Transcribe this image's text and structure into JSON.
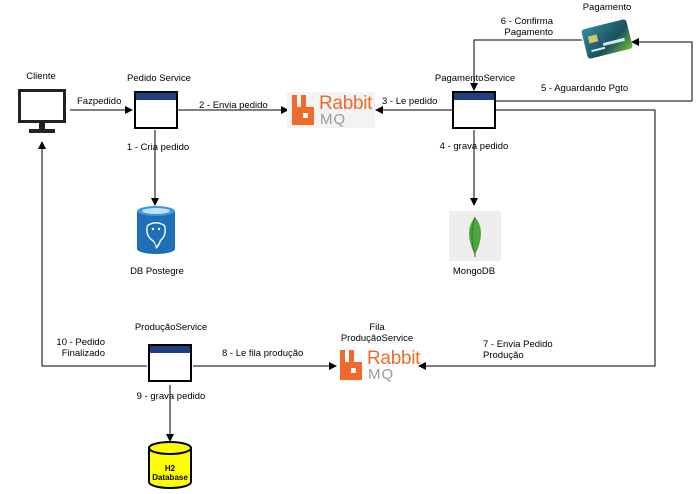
{
  "nodes": {
    "cliente": "Cliente",
    "pedido_service": "Pedido Service",
    "pagamento_service": "PagamentoService",
    "pagamento": "Pagamento",
    "producao_service": "ProduçãoService",
    "fila_producao": "Fila\nProduçãoService",
    "db_postgres": "DB Postegre",
    "mongodb": "MongoDB",
    "h2_database": "H2\nDatabase",
    "rabbit_text": "Rabbit",
    "mq_text": "MQ"
  },
  "edges": {
    "fazpedido": "Fazpedido",
    "e1": "1 - Cria pedido",
    "e2": "2 - Envia pedido",
    "e3": "3 - Le pedido",
    "e4": "4 - grava pedido",
    "e5": "5 - Aguardando Pgto",
    "e6": "6 - Confirma\nPagamento",
    "e7": "7 - Envia Pedido\nProdução",
    "e8": "8 - Le fila produção",
    "e9": "9 - grava pedido",
    "e10": "10 - Pedido\nFinalizado"
  },
  "colors": {
    "window_bar": "#1f3f7f",
    "rabbit_orange": "#f06a2c",
    "postgres_blue": "#1f6fb8",
    "mongo_green": "#4da53b",
    "h2_yellow": "#ffff00"
  }
}
